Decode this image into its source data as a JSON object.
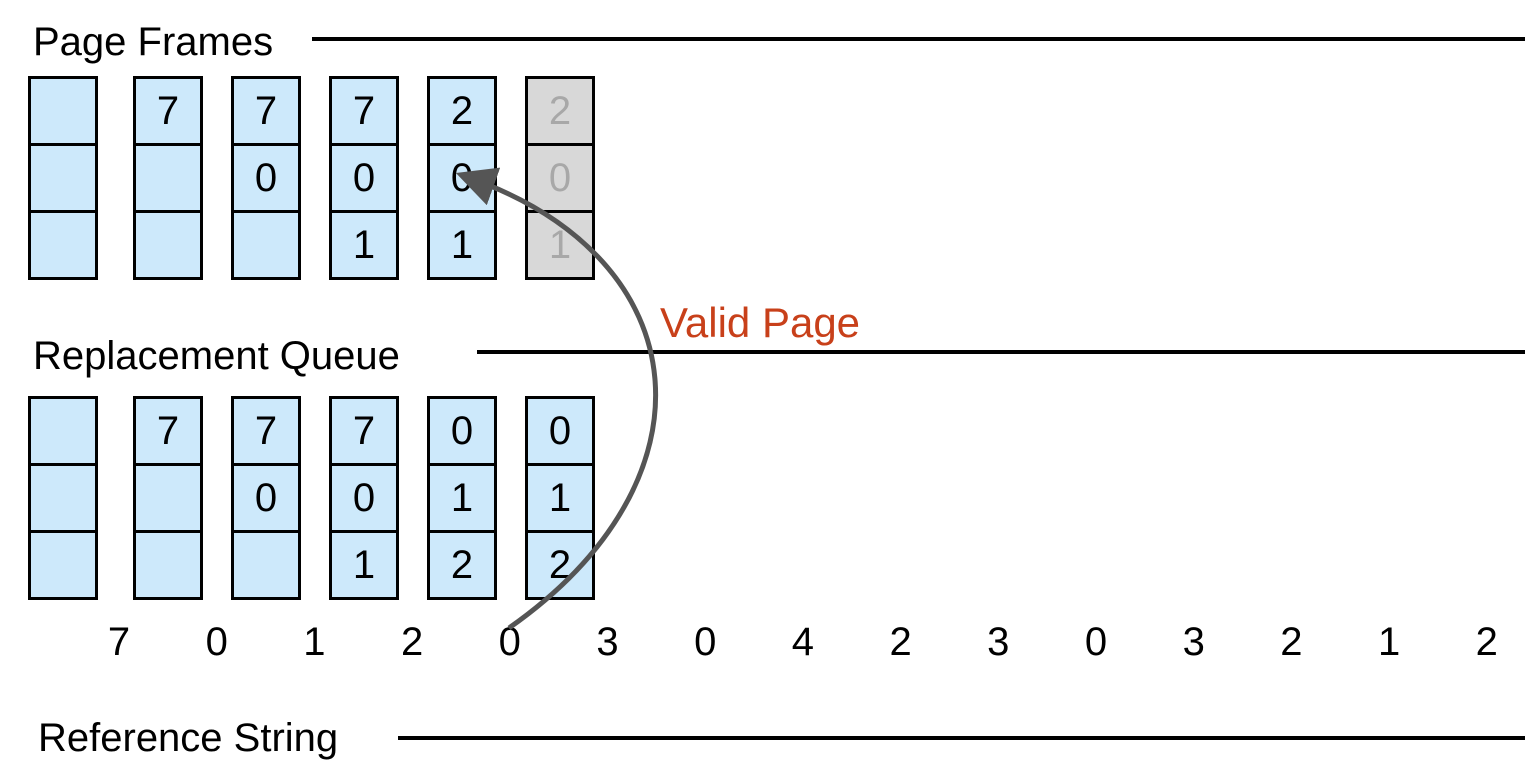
{
  "labels": {
    "page_frames": "Page Frames",
    "replacement_queue": "Replacement Queue",
    "reference_string": "Reference String",
    "annotation": "Valid Page"
  },
  "colors": {
    "frame_fill": "#cde9fb",
    "faded_fill": "#d8d8d8",
    "faded_text": "#a8a8a8",
    "annotation_text": "#c8401a",
    "arrow": "#555555"
  },
  "page_frames": [
    [
      "",
      "",
      ""
    ],
    [
      "7",
      "",
      ""
    ],
    [
      "7",
      "0",
      ""
    ],
    [
      "7",
      "0",
      "1"
    ],
    [
      "2",
      "0",
      "1"
    ],
    [
      "2",
      "0",
      "1"
    ]
  ],
  "faded_columns": [
    5
  ],
  "replacement_queue": [
    [
      "",
      "",
      ""
    ],
    [
      "7",
      "",
      ""
    ],
    [
      "7",
      "0",
      ""
    ],
    [
      "7",
      "0",
      "1"
    ],
    [
      "0",
      "1",
      "2"
    ],
    [
      "0",
      "1",
      "2"
    ]
  ],
  "reference_string": [
    "7",
    "0",
    "1",
    "2",
    "0",
    "3",
    "0",
    "4",
    "2",
    "3",
    "0",
    "3",
    "2",
    "1",
    "2"
  ]
}
